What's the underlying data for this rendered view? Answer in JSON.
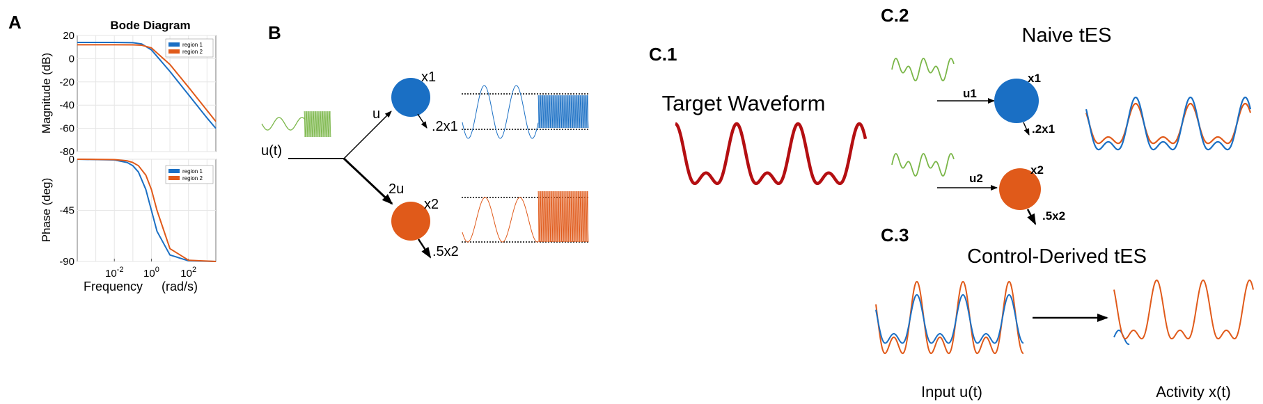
{
  "colors": {
    "blue": "#1a6fc4",
    "orange": "#e05a1a",
    "red": "#b40f12",
    "green": "#7ab648",
    "axis": "#000000"
  },
  "panel_a": {
    "letter": "A",
    "title": "Bode Diagram",
    "xlabel_freq": "Frequency",
    "xlabel_unit": "(rad/s)",
    "magnitude_ylabel": "Magnitude (dB)",
    "phase_ylabel": "Phase (deg)",
    "legend": [
      "region 1",
      "region 2"
    ]
  },
  "panel_b": {
    "letter": "B",
    "input_label": "u(t)",
    "branch_top_label": "u",
    "branch_bottom_label": "2u",
    "node_top_label": "x1",
    "node_bottom_label": "x2",
    "decay_top_label": ".2x1",
    "decay_bottom_label": ".5x2"
  },
  "panel_c1": {
    "letter": "C.1",
    "title": "Target Waveform"
  },
  "panel_c2": {
    "letter": "C.2",
    "title": "Naive tES",
    "input_top_label": "u1",
    "input_bottom_label": "u2",
    "node_top_label": "x1",
    "node_bottom_label": "x2",
    "decay_top_label": ".2x1",
    "decay_bottom_label": ".5x2"
  },
  "panel_c3": {
    "letter": "C.3",
    "title": "Control-Derived tES",
    "input_caption": "Input u(t)",
    "activity_caption": "Activity x(t)"
  },
  "chart_data": [
    {
      "type": "line",
      "name": "bode-magnitude",
      "xscale": "log",
      "xlim": [
        0.0001,
        3000
      ],
      "ylim": [
        -80,
        20
      ],
      "yticks": [
        20,
        0,
        -20,
        -40,
        -60,
        -80
      ],
      "ylabel": "Magnitude (dB)",
      "legend_position": "top-right",
      "series": [
        {
          "name": "region 1",
          "color": "#1a6fc4",
          "x": [
            0.0001,
            0.01,
            0.1,
            0.3,
            1,
            10,
            100,
            1000,
            3000
          ],
          "y": [
            14,
            14,
            13.8,
            12.7,
            7.6,
            -11,
            -31,
            -51,
            -60
          ]
        },
        {
          "name": "region 2",
          "color": "#e05a1a",
          "x": [
            0.0001,
            0.01,
            0.1,
            0.3,
            1,
            10,
            100,
            1000,
            3000
          ],
          "y": [
            12,
            12,
            11.9,
            11.6,
            9.3,
            -5,
            -24.5,
            -44.5,
            -54
          ]
        }
      ]
    },
    {
      "type": "line",
      "name": "bode-phase",
      "xscale": "log",
      "xlim": [
        0.0001,
        3000
      ],
      "ylim": [
        -90,
        0
      ],
      "yticks": [
        0,
        -45,
        -90
      ],
      "ylabel": "Phase (deg)",
      "xticks": [
        "10^-2",
        "10^0",
        "10^2"
      ],
      "legend_position": "top-right",
      "series": [
        {
          "name": "region 1",
          "color": "#1a6fc4",
          "x": [
            0.0001,
            0.01,
            0.05,
            0.1,
            0.2,
            0.5,
            1,
            2,
            10,
            100,
            3000
          ],
          "y": [
            0,
            -0.6,
            -2.9,
            -5.7,
            -11.3,
            -26.6,
            -45,
            -63.4,
            -84.3,
            -89.4,
            -90
          ]
        },
        {
          "name": "region 2",
          "color": "#e05a1a",
          "x": [
            0.0001,
            0.01,
            0.05,
            0.1,
            0.2,
            0.5,
            1,
            2,
            10,
            100,
            3000
          ],
          "y": [
            0,
            -0.3,
            -1.4,
            -2.9,
            -5.7,
            -14,
            -26.6,
            -45,
            -78.7,
            -88.9,
            -90
          ]
        }
      ]
    }
  ]
}
